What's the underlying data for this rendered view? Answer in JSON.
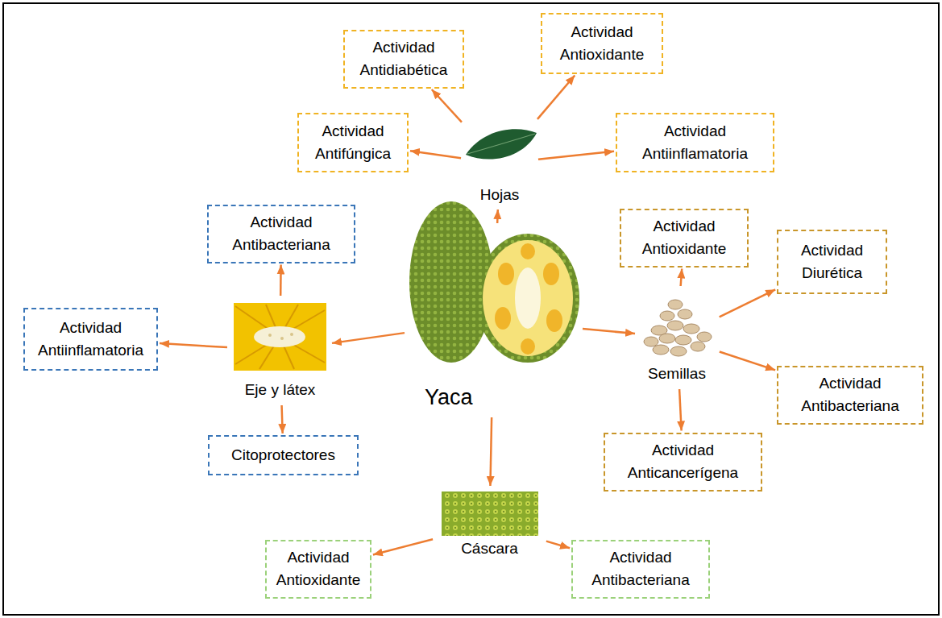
{
  "diagram": {
    "nodes": [
      {
        "text": [
          "Yaca"
        ]
      },
      {
        "text": [
          "Hojas"
        ]
      },
      {
        "text": [
          "Actividad Antidiabética"
        ]
      },
      {
        "text": [
          "Actividad Antioxidante"
        ]
      },
      {
        "text": [
          "Actividad Antifúngica"
        ]
      },
      {
        "text": [
          "Actividad Antiinflamatoria"
        ]
      },
      {
        "text": [
          "Eje y látex"
        ]
      },
      {
        "text": [
          "Actividad Antibacteriana"
        ]
      },
      {
        "text": [
          "Actividad Antiinflamatoria"
        ]
      },
      {
        "text": [
          "Citoprotectores"
        ]
      },
      {
        "text": [
          "Semillas"
        ]
      },
      {
        "text": [
          "Actividad Antioxidante"
        ]
      },
      {
        "text": [
          "Actividad Diurética"
        ]
      },
      {
        "text": [
          "Actividad Antibacteriana"
        ]
      },
      {
        "text": [
          "Actividad Anticancerígena"
        ]
      },
      {
        "text": [
          "Cáscara"
        ]
      },
      {
        "text": [
          "Actividad Antioxidante"
        ]
      },
      {
        "text": [
          "Actividad Antibacteriana"
        ]
      }
    ],
    "edges": [
      {
        "from": 0,
        "to": 1,
        "arrow": "to"
      },
      {
        "from": 0,
        "to": 6,
        "arrow": "to"
      },
      {
        "from": 0,
        "to": 10,
        "arrow": "to"
      },
      {
        "from": 0,
        "to": 15,
        "arrow": "to"
      },
      {
        "from": 1,
        "to": 2,
        "arrow": "to"
      },
      {
        "from": 1,
        "to": 3,
        "arrow": "to"
      },
      {
        "from": 1,
        "to": 4,
        "arrow": "to"
      },
      {
        "from": 1,
        "to": 5,
        "arrow": "to"
      },
      {
        "from": 6,
        "to": 7,
        "arrow": "to"
      },
      {
        "from": 6,
        "to": 8,
        "arrow": "to"
      },
      {
        "from": 6,
        "to": 9,
        "arrow": "to"
      },
      {
        "from": 10,
        "to": 11,
        "arrow": "to"
      },
      {
        "from": 10,
        "to": 12,
        "arrow": "to"
      },
      {
        "from": 10,
        "to": 13,
        "arrow": "to"
      },
      {
        "from": 10,
        "to": 14,
        "arrow": "to"
      },
      {
        "from": 15,
        "to": 16,
        "arrow": "to"
      },
      {
        "from": 15,
        "to": 17,
        "arrow": "to"
      }
    ]
  }
}
